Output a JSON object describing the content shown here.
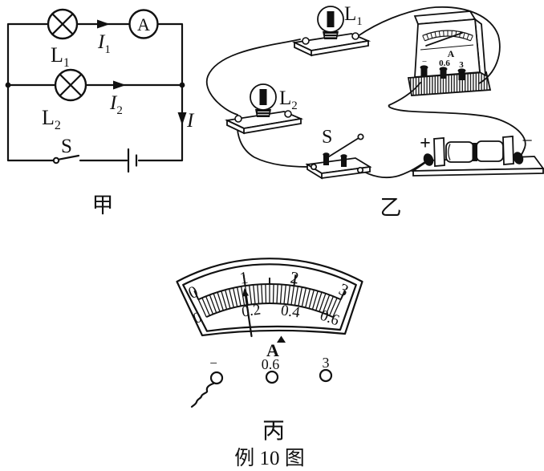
{
  "caption": "例 10 图",
  "panels": {
    "jia": {
      "label": "甲",
      "lamp1_sym": "L",
      "lamp1_sub": "1",
      "lamp2_sym": "L",
      "lamp2_sub": "2",
      "ammeter_label": "A",
      "current1_sym": "I",
      "current1_sub": "1",
      "current2_sym": "I",
      "current2_sub": "2",
      "total_current": "I",
      "switch_label": "S"
    },
    "yi": {
      "label": "乙",
      "lamp1_sym": "L",
      "lamp1_sub": "1",
      "lamp2_sym": "L",
      "lamp2_sub": "2",
      "switch_label": "S",
      "meter": {
        "unit": "A",
        "terminal_minus": "−",
        "terminal_mid": "0.6",
        "terminal_max": "3"
      },
      "battery": {
        "plus": "+",
        "minus": "−"
      }
    },
    "bing": {
      "label": "丙",
      "meter": {
        "unit": "A",
        "upper_scale": [
          "0",
          "1",
          "2",
          "3"
        ],
        "lower_scale": [
          "0",
          "0.2",
          "0.4",
          "0.6"
        ],
        "terminal_minus": "−",
        "terminal_mid": "0.6",
        "terminal_max": "3",
        "needle_value_upper": 1,
        "needle_value_lower": 0.2
      }
    }
  }
}
